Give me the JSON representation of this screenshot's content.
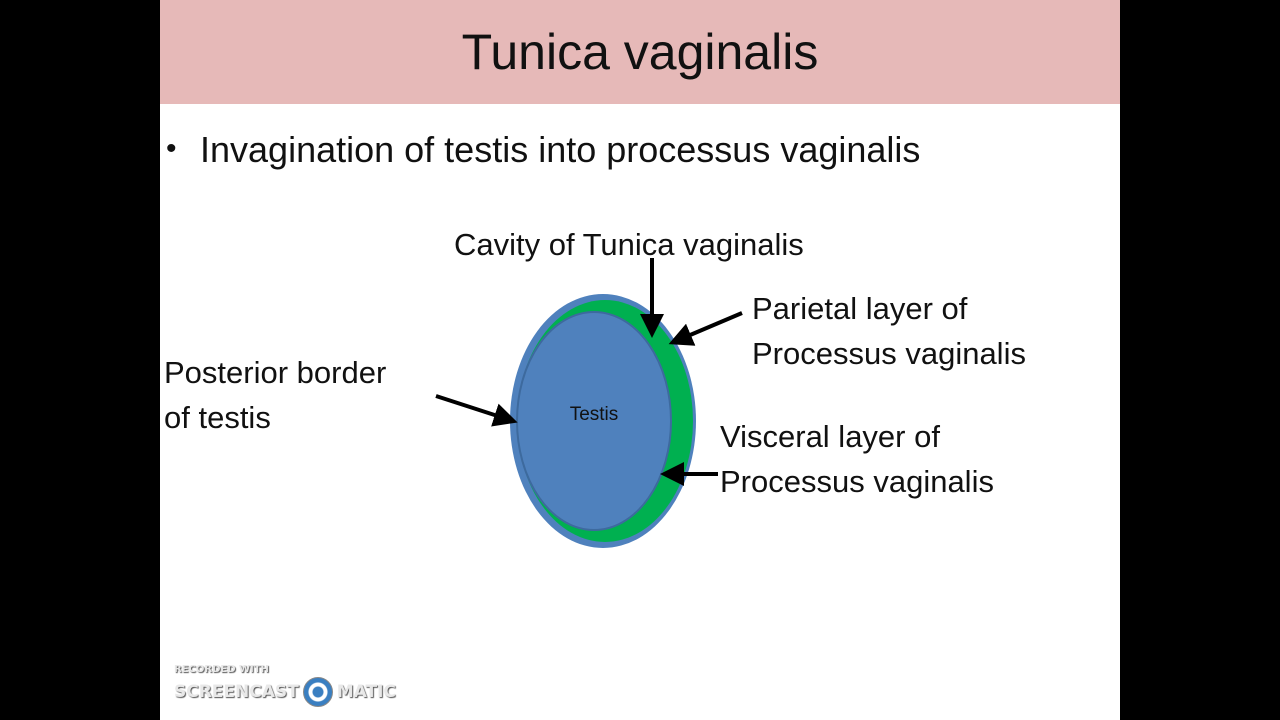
{
  "slide": {
    "title": "Tunica vaginalis",
    "bullet": "Invagination of testis into processus vaginalis"
  },
  "diagram": {
    "testis_label": "Testis",
    "labels": {
      "cavity": "Cavity of Tunica vaginalis",
      "parietal_line1": "Parietal layer of",
      "parietal_line2": "Processus vaginalis",
      "posterior_line1": "Posterior border",
      "posterior_line2": "of testis",
      "visceral_line1": "Visceral layer of",
      "visceral_line2": "Processus vaginalis"
    },
    "colors": {
      "outer_layer": "#4f81bd",
      "cavity": "#00b050",
      "testis": "#4f81bd",
      "arrow": "#000000"
    }
  },
  "watermark": {
    "line1": "RECORDED WITH",
    "left": "SCREENCAST",
    "right": "MATIC"
  },
  "colors": {
    "title_bar": "#e6b9b8",
    "background": "#000000"
  }
}
